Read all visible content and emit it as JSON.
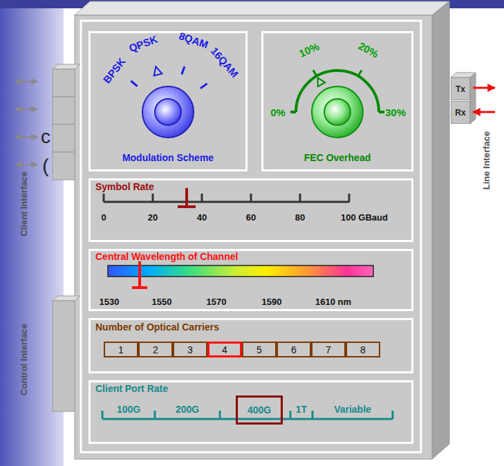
{
  "diagram": {
    "nodes": [
      {
        "text": [
          "BPSK",
          "QPSK",
          "8QAM",
          "16QAM",
          "Modulation Scheme"
        ]
      },
      {
        "text": [
          "10%",
          "20%",
          "0%",
          "30%",
          "FEC Overhead"
        ]
      },
      {
        "text": [
          "Symbol Rate",
          "0",
          "20",
          "40",
          "60",
          "80",
          "100 GBaud"
        ]
      },
      {
        "text": [
          "Central Wavelength of Channel",
          "1530",
          "1550",
          "1570",
          "1590",
          "1610 nm"
        ]
      },
      {
        "text": [
          "Number of Optical Carriers"
        ]
      },
      {
        "text": [
          "1"
        ],
        "in": 4
      },
      {
        "text": [
          "2"
        ],
        "in": 4
      },
      {
        "text": [
          "3"
        ],
        "in": 4
      },
      {
        "text": [
          "4"
        ],
        "in": 4
      },
      {
        "text": [
          "5"
        ],
        "in": 4
      },
      {
        "text": [
          "6"
        ],
        "in": 4
      },
      {
        "text": [
          "7"
        ],
        "in": 4
      },
      {
        "text": [
          "8"
        ],
        "in": 4
      },
      {
        "text": [
          "Client Port Rate",
          "100G",
          "200G",
          "1T",
          "Variable"
        ]
      },
      {
        "text": [
          "400G"
        ],
        "in": 13
      },
      {
        "text": [
          "Tx"
        ]
      },
      {
        "text": [
          "Rx"
        ]
      }
    ],
    "labels": [
      "c",
      "(",
      "Client Interface",
      "Control Interface",
      "Line Interface"
    ]
  }
}
